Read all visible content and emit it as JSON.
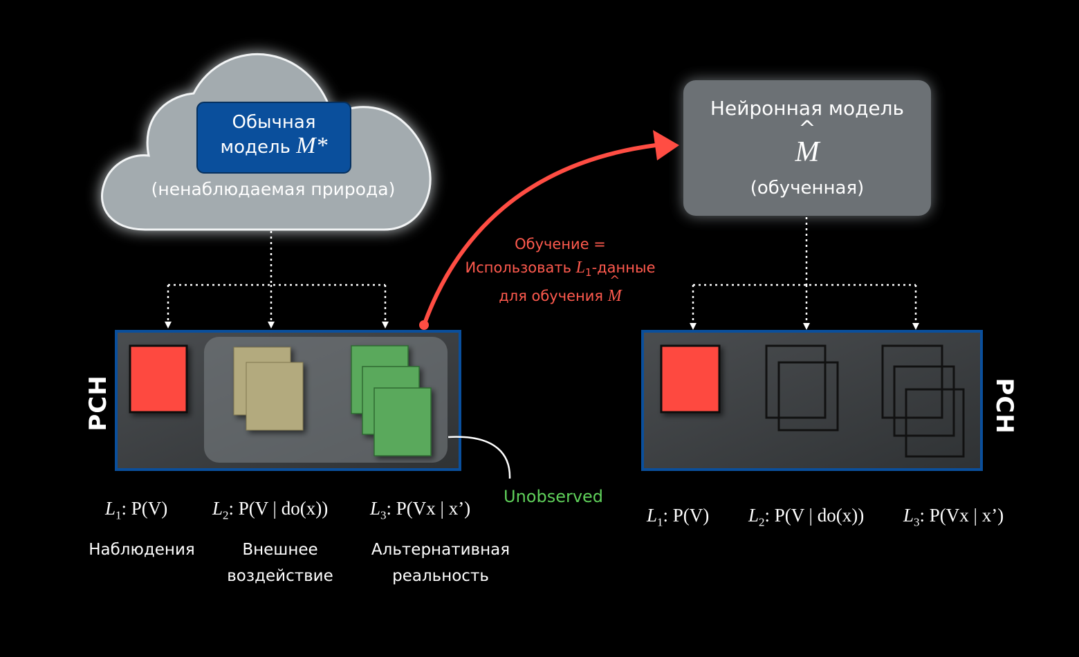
{
  "colors": {
    "background": "#000000",
    "cloud": "#a3abaf",
    "true_model_box": "#0a4f9c",
    "neural_box": "#6c7174",
    "panel_border": "#0a4f9c",
    "l1_square": "#fe4a40",
    "l2_square": "#b3aa7e",
    "l3_square": "#5aa95b",
    "learning_arrow": "#ff4d43",
    "unobserved": "#5fd05a"
  },
  "true_model": {
    "title_line1": "Обычная",
    "title_line2": "модель",
    "symbol": "M*",
    "subtitle": "(ненаблюдаемая природа)"
  },
  "neural_model": {
    "title": "Нейронная модель",
    "symbol": "M",
    "hat": "^",
    "subtitle": "(обученная)"
  },
  "learning": {
    "line1": "Обучение =",
    "line2_prefix": "Использовать ",
    "line2_symbol": "L",
    "line2_sub": "1",
    "line2_suffix": "-данные",
    "line3_prefix": "для обучения ",
    "line3_symbol": "M",
    "line3_hat": "^"
  },
  "unobserved_label": "Unobserved",
  "pch_label": "PCH",
  "left_levels": [
    {
      "L": "L",
      "sub": "1",
      "formula": ": P(V)",
      "caption_line1": "Наблюдения",
      "caption_line2": ""
    },
    {
      "L": "L",
      "sub": "2",
      "formula": ": P(V | do(x))",
      "caption_line1": "Внешнее",
      "caption_line2": "воздействие"
    },
    {
      "L": "L",
      "sub": "3",
      "formula": ": P(Vx | x’)",
      "caption_line1": "Альтернативная",
      "caption_line2": "реальность"
    }
  ],
  "right_levels": [
    {
      "L": "L",
      "sub": "1",
      "formula": ": P(V)"
    },
    {
      "L": "L",
      "sub": "2",
      "formula": ": P(V | do(x))"
    },
    {
      "L": "L",
      "sub": "3",
      "formula": ": P(Vx | x’)"
    }
  ]
}
